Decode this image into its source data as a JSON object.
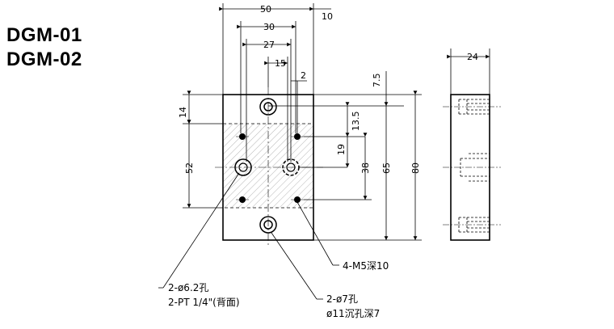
{
  "titles": [
    "DGM-01",
    "DGM-02"
  ],
  "dimensions": {
    "w50": "50",
    "w10": "10",
    "w30": "30",
    "w27": "27",
    "w15": "15",
    "w2": "2",
    "h7_5": "7.5",
    "h14": "14",
    "h13_5": "13.5",
    "h19": "19",
    "h52": "52",
    "h38": "38",
    "h65": "65",
    "h80": "80",
    "w24": "24"
  },
  "notes": {
    "hole_62_line1": "2-ø6.2孔",
    "hole_62_line2": "2-PT 1/4\"(背面)",
    "m5": "4-M5深10",
    "hole_7_line1": "2-ø7孔",
    "hole_7_line2": "ø11沉孔深7"
  }
}
